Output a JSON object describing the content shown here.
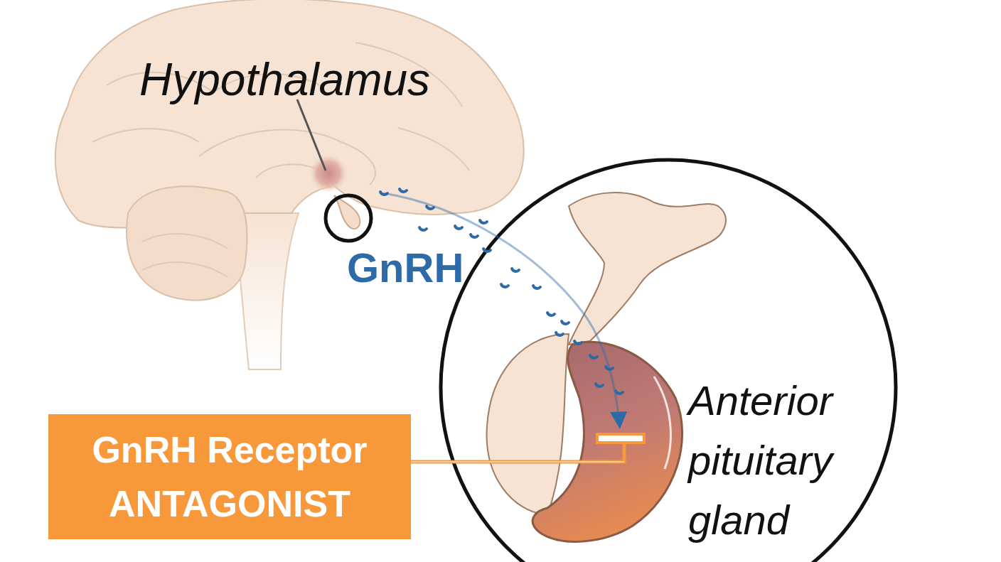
{
  "diagram": {
    "nodes": [
      {
        "text": [
          "GnRH Receptor ANTAGONIST"
        ]
      }
    ],
    "labels": [
      "Hypothalamus",
      "GnRH",
      "Anterior pituitary gland"
    ]
  }
}
